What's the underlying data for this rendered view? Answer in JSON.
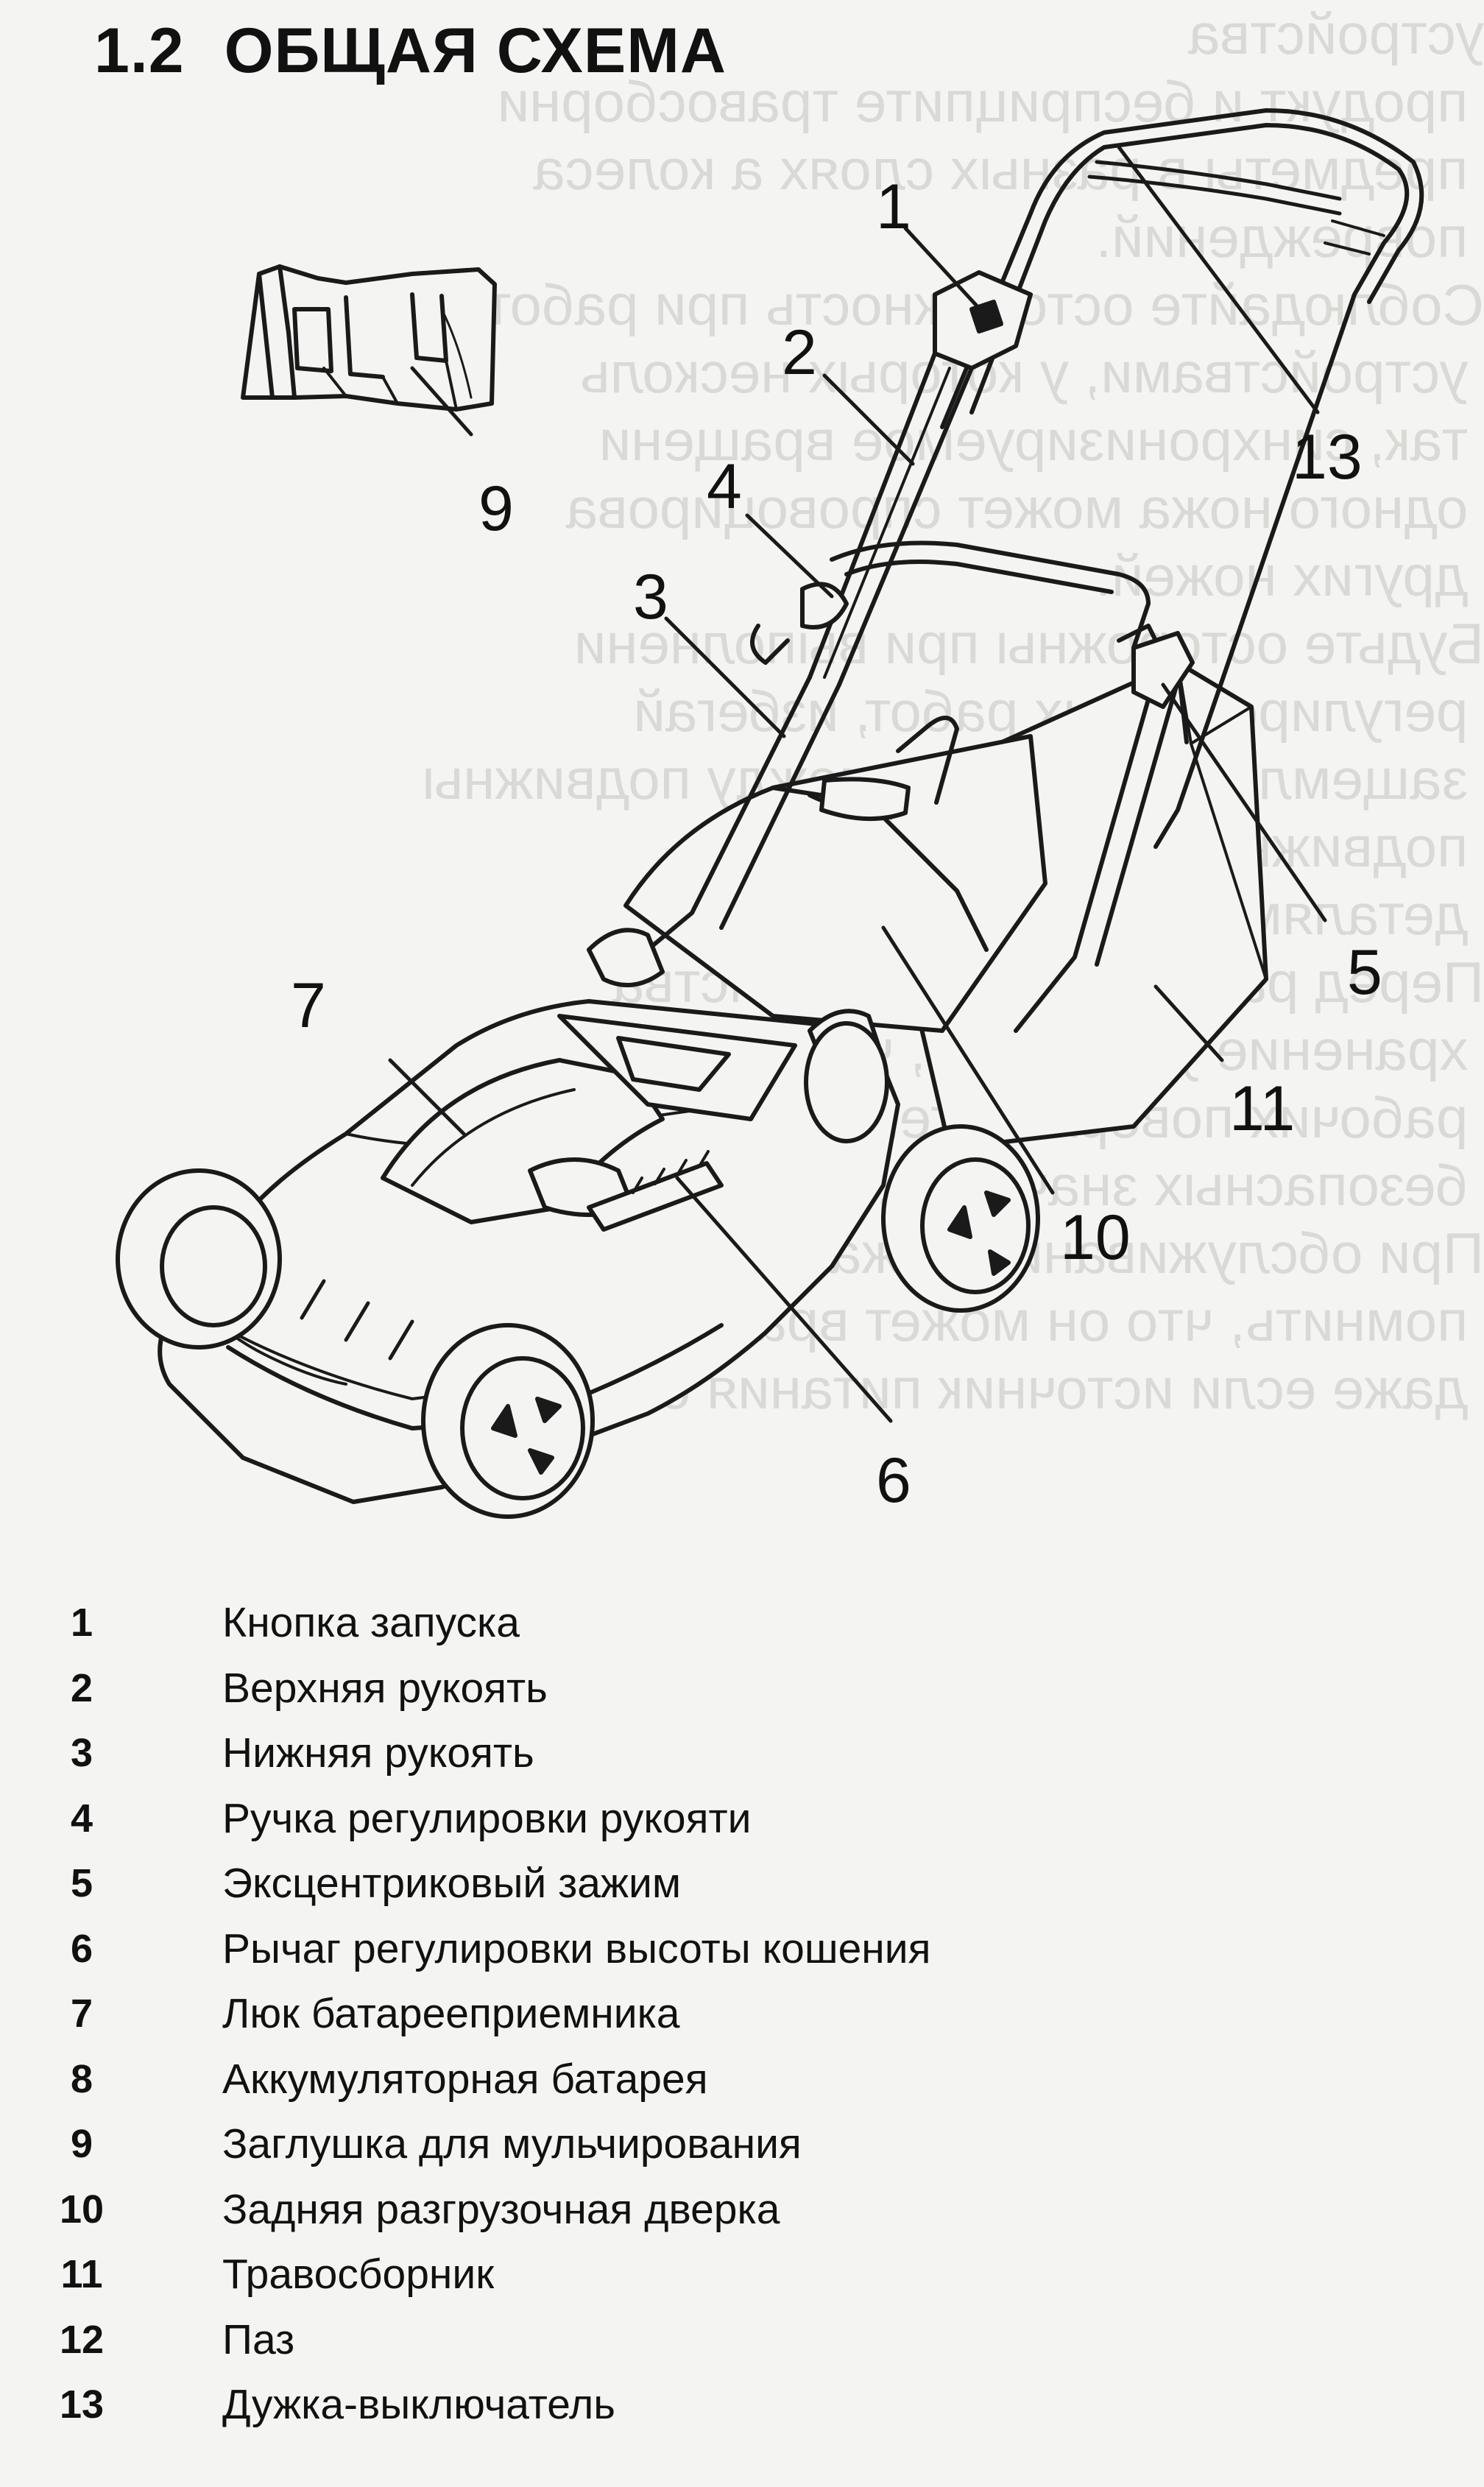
{
  "section": {
    "number": "1.2",
    "title": "ОБЩАЯ СХЕМА"
  },
  "figure": {
    "callouts": [
      "1",
      "2",
      "3",
      "4",
      "5",
      "6",
      "7",
      "9",
      "10",
      "11",
      "13"
    ]
  },
  "legend": [
    {
      "number": "1",
      "label": "Кнопка запуска"
    },
    {
      "number": "2",
      "label": "Верхняя рукоять"
    },
    {
      "number": "3",
      "label": "Нижняя рукоять"
    },
    {
      "number": "4",
      "label": "Ручка регулировки рукояти"
    },
    {
      "number": "5",
      "label": "Эксцентриковый зажим"
    },
    {
      "number": "6",
      "label": "Рычаг регулировки высоты кошения"
    },
    {
      "number": "7",
      "label": "Люк батареeприемника"
    },
    {
      "number": "8",
      "label": "Аккумуляторная батарея"
    },
    {
      "number": "9",
      "label": "Заглушка для мульчирования"
    },
    {
      "number": "10",
      "label": "Задняя разгрузочная дверка"
    },
    {
      "number": "11",
      "label": "Травосборник"
    },
    {
      "number": "12",
      "label": "Паз"
    },
    {
      "number": "13",
      "label": "Дужка-выключатель"
    }
  ],
  "colors": {
    "ink": "#111111",
    "paper": "#f4f4f2"
  }
}
